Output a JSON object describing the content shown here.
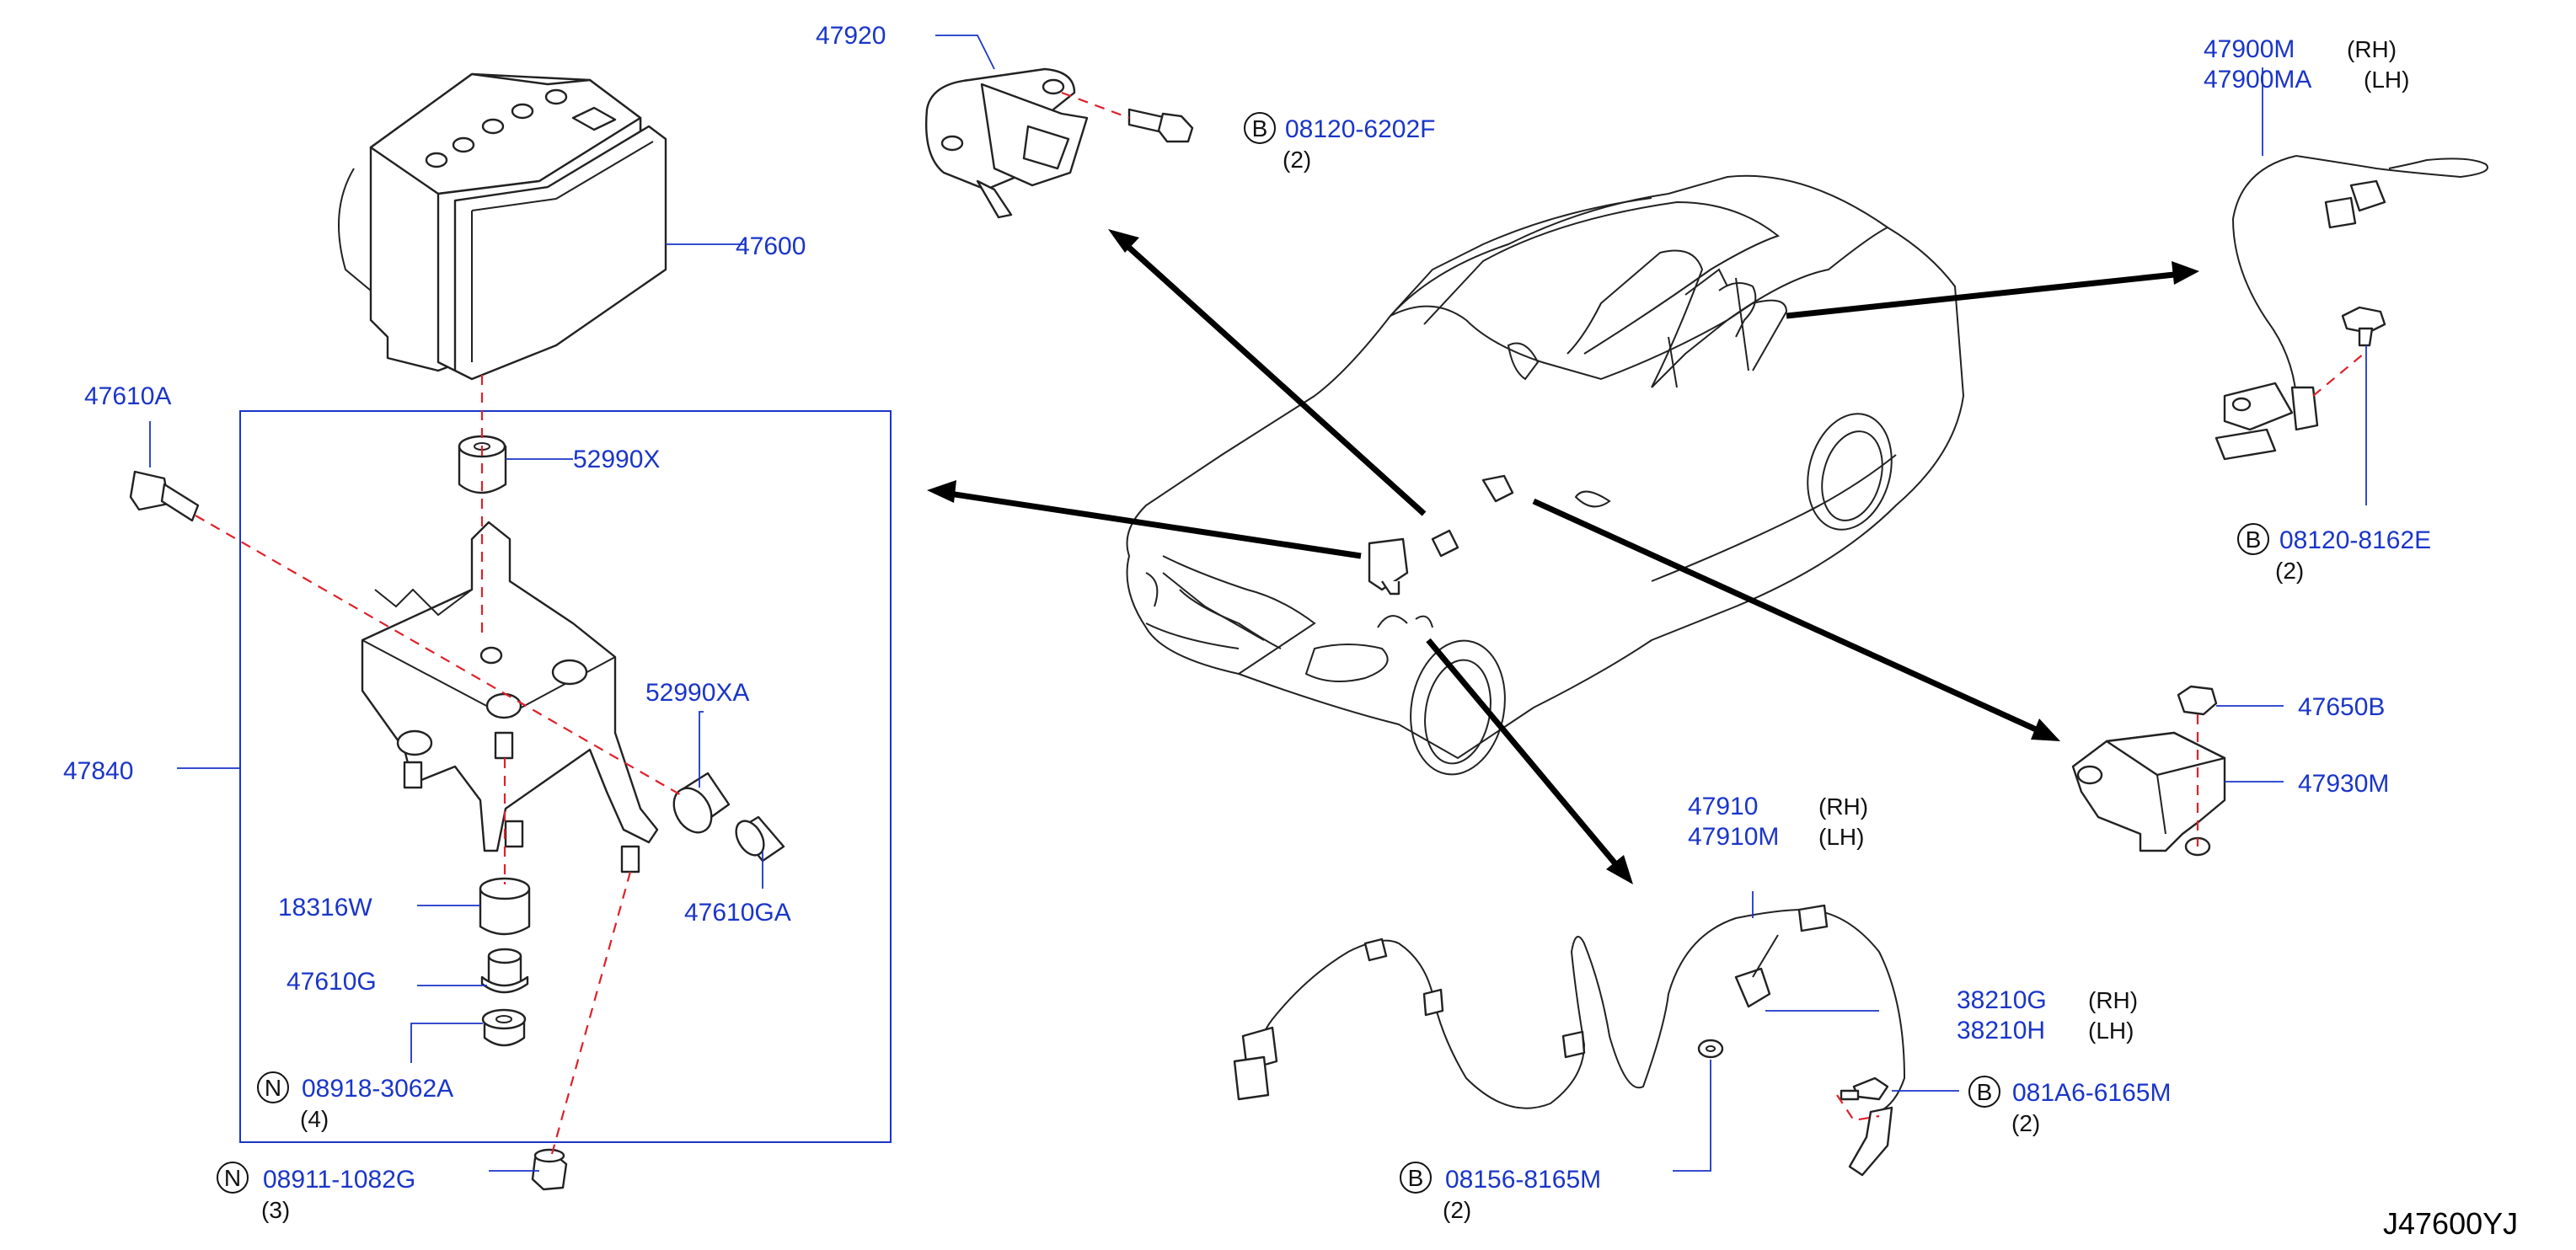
{
  "diagram_code": "J47600YJ",
  "colors": {
    "part_number": "#1a35c8",
    "leader": "#1a35c8",
    "dash_line": "#e0202a",
    "arrow": "#000000",
    "outline": "#222222"
  },
  "parts": {
    "p47920": {
      "number": "47920"
    },
    "p47600": {
      "number": "47600"
    },
    "p47610A": {
      "number": "47610A"
    },
    "p52990X": {
      "number": "52990X"
    },
    "p52990XA": {
      "number": "52990XA"
    },
    "p47840": {
      "number": "47840"
    },
    "p47610GA": {
      "number": "47610GA"
    },
    "p18316W": {
      "number": "18316W"
    },
    "p47610G": {
      "number": "47610G"
    },
    "p08918": {
      "prefix": "N",
      "number": "08918-3062A",
      "qty": "(4)"
    },
    "p08911": {
      "prefix": "N",
      "number": "08911-1082G",
      "qty": "(3)"
    },
    "p08120_6202F": {
      "prefix": "B",
      "number": "08120-6202F",
      "qty": "(2)"
    },
    "p47900M": {
      "number": "47900M",
      "side": "(RH)"
    },
    "p47900MA": {
      "number": "47900MA",
      "side": "(LH)"
    },
    "p08120_8162E": {
      "prefix": "B",
      "number": "08120-8162E",
      "qty": "(2)"
    },
    "p47650B": {
      "number": "47650B"
    },
    "p47930M": {
      "number": "47930M"
    },
    "p47910": {
      "number": "47910",
      "side": "(RH)"
    },
    "p47910M": {
      "number": "47910M",
      "side": "(LH)"
    },
    "p38210G": {
      "number": "38210G",
      "side": "(RH)"
    },
    "p38210H": {
      "number": "38210H",
      "side": "(LH)"
    },
    "p081A6": {
      "prefix": "B",
      "number": "081A6-6165M",
      "qty": "(2)"
    },
    "p08156": {
      "prefix": "B",
      "number": "08156-8165M",
      "qty": "(2)"
    }
  }
}
